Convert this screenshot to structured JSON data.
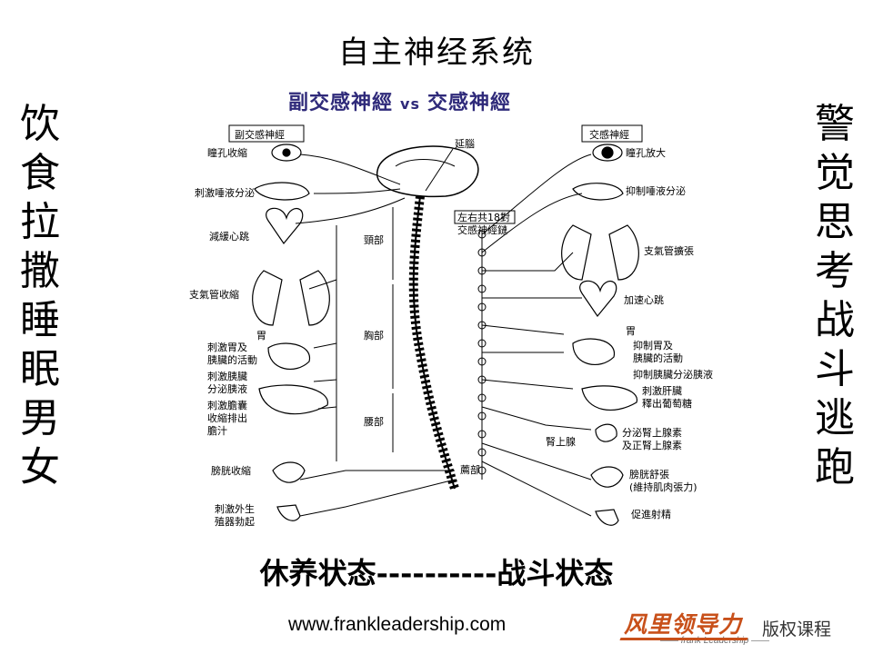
{
  "title": "自主神经系统",
  "subtitle": {
    "left": "副交感神經",
    "vs": "vs",
    "right": "交感神經"
  },
  "left_vertical": [
    "饮",
    "食",
    "拉",
    "撒",
    "睡",
    "眠",
    "男",
    "女"
  ],
  "right_vertical": [
    "警",
    "觉",
    "思",
    "考",
    "战",
    "斗",
    "逃",
    "跑"
  ],
  "diagram": {
    "left_header": "副交感神經",
    "right_header": "交感神經",
    "brain_label": "延腦",
    "chain_label_1": "左右共18對",
    "chain_label_2": "交感神經鏈",
    "spine_sections": [
      "頸部",
      "胸部",
      "腰部",
      "薦部"
    ],
    "parasympathetic": [
      "瞳孔收縮",
      "刺激唾液分泌",
      "減緩心跳",
      "支氣管收縮",
      "胃",
      "刺激胃及",
      "胰臟的活動",
      "刺激胰臟",
      "分泌胰液",
      "刺激膽囊",
      "收縮排出",
      "膽汁",
      "膀胱收縮",
      "刺激外生",
      "殖器勃起"
    ],
    "sympathetic": [
      "瞳孔放大",
      "抑制唾液分泌",
      "支氣管擴張",
      "加速心跳",
      "胃",
      "抑制胃及",
      "胰臟的活動",
      "抑制胰臟分泌胰液",
      "刺激肝臟",
      "釋出葡萄糖",
      "腎上腺",
      "分泌腎上腺素",
      "及正腎上腺素",
      "膀胱舒張",
      "(維持肌肉張力)",
      "促進射精"
    ]
  },
  "bottom_line": "休养状态----------战斗状态",
  "footer": {
    "url": "www.frankleadership.com",
    "brand_cn": "风里领导力",
    "brand_en": "—— frank Leadership ——",
    "copyright": "版权课程"
  },
  "colors": {
    "subtitle": "#2f2a7a",
    "brand": "#c8501a"
  }
}
